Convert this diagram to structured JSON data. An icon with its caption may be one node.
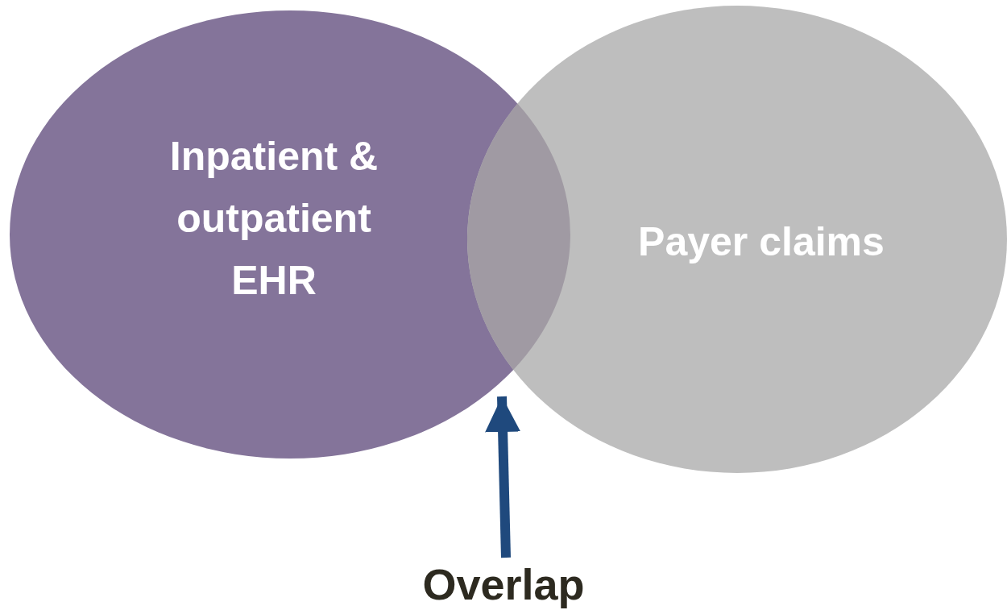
{
  "diagram": {
    "nodes": [
      {
        "text": [
          "Inpatient & outpatient EHR"
        ]
      },
      {
        "text": [
          "Payer claims"
        ]
      },
      {
        "text": [
          "Overlap"
        ]
      },
      {
        "text": [],
        "shape": "lens"
      }
    ],
    "edges": [
      {
        "from": 2,
        "to": 3,
        "arrow": "to",
        "color": "#1f497d"
      }
    ]
  }
}
